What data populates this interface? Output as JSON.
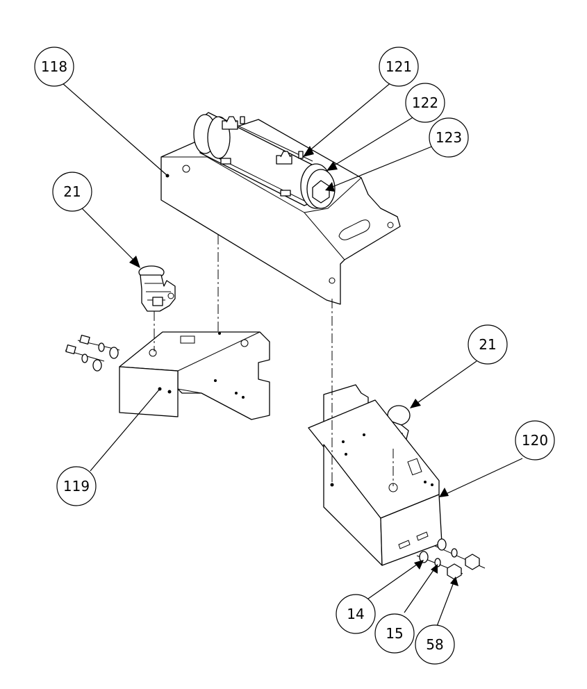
{
  "callouts": [
    {
      "id": "c118",
      "label": "118"
    },
    {
      "id": "c121",
      "label": "121"
    },
    {
      "id": "c122",
      "label": "122"
    },
    {
      "id": "c123",
      "label": "123"
    },
    {
      "id": "c21a",
      "label": "21"
    },
    {
      "id": "c21b",
      "label": "21"
    },
    {
      "id": "c120",
      "label": "120"
    },
    {
      "id": "c119",
      "label": "119"
    },
    {
      "id": "c14",
      "label": "14"
    },
    {
      "id": "c15",
      "label": "15"
    },
    {
      "id": "c58",
      "label": "58"
    }
  ]
}
